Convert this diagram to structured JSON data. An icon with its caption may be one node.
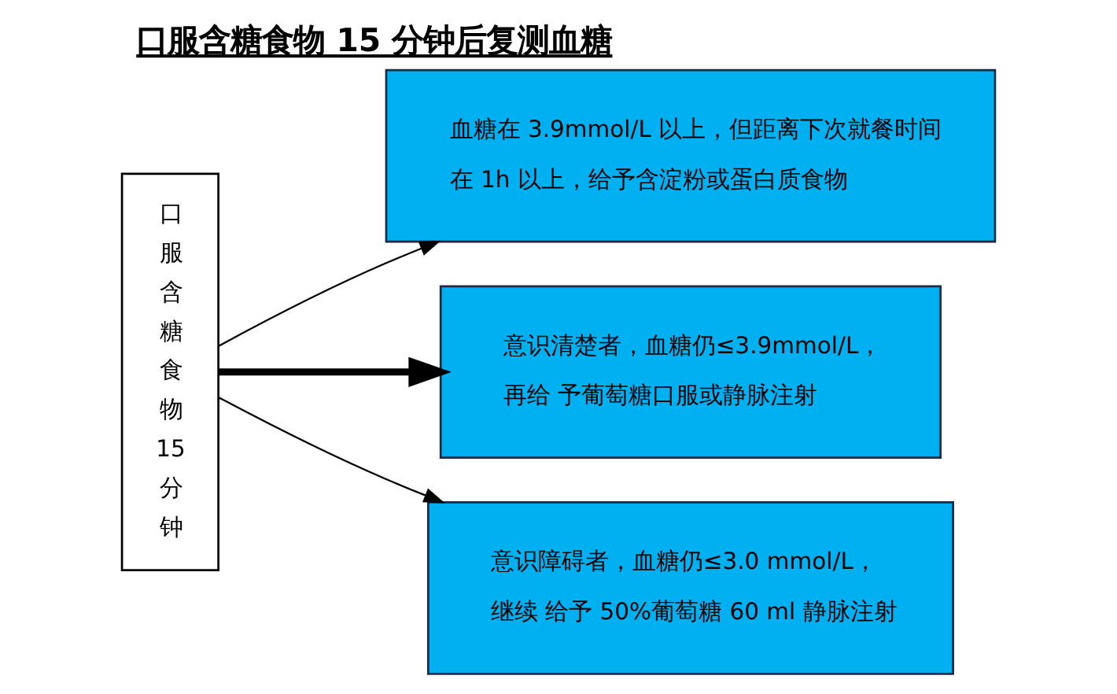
{
  "diagram": {
    "title": "口服含糖食物 15 分钟后复测血糖",
    "nodes": [
      {
        "text": [
          "口服含糖食物15分钟"
        ]
      },
      {
        "text": [
          "血糖在 3.9mmol/L 以上，但距离下次就餐时间在 1h 以上，给予含淀粉或蛋白质食物"
        ]
      },
      {
        "text": [
          "意识清楚者，血糖仍≤3.9mmol/L，再给 予葡萄糖口服或静脉注射"
        ]
      },
      {
        "text": [
          "意识障碍者，血糖仍≤3.0 mmol/L，继续 给予 50%葡萄糖 60 ml 静脉注射"
        ]
      }
    ],
    "edges": [
      {
        "from": 0,
        "to": 1,
        "arrow": "to"
      },
      {
        "from": 0,
        "to": 2,
        "arrow": "to",
        "style": "thick"
      },
      {
        "from": 0,
        "to": 3,
        "arrow": "to"
      }
    ]
  }
}
